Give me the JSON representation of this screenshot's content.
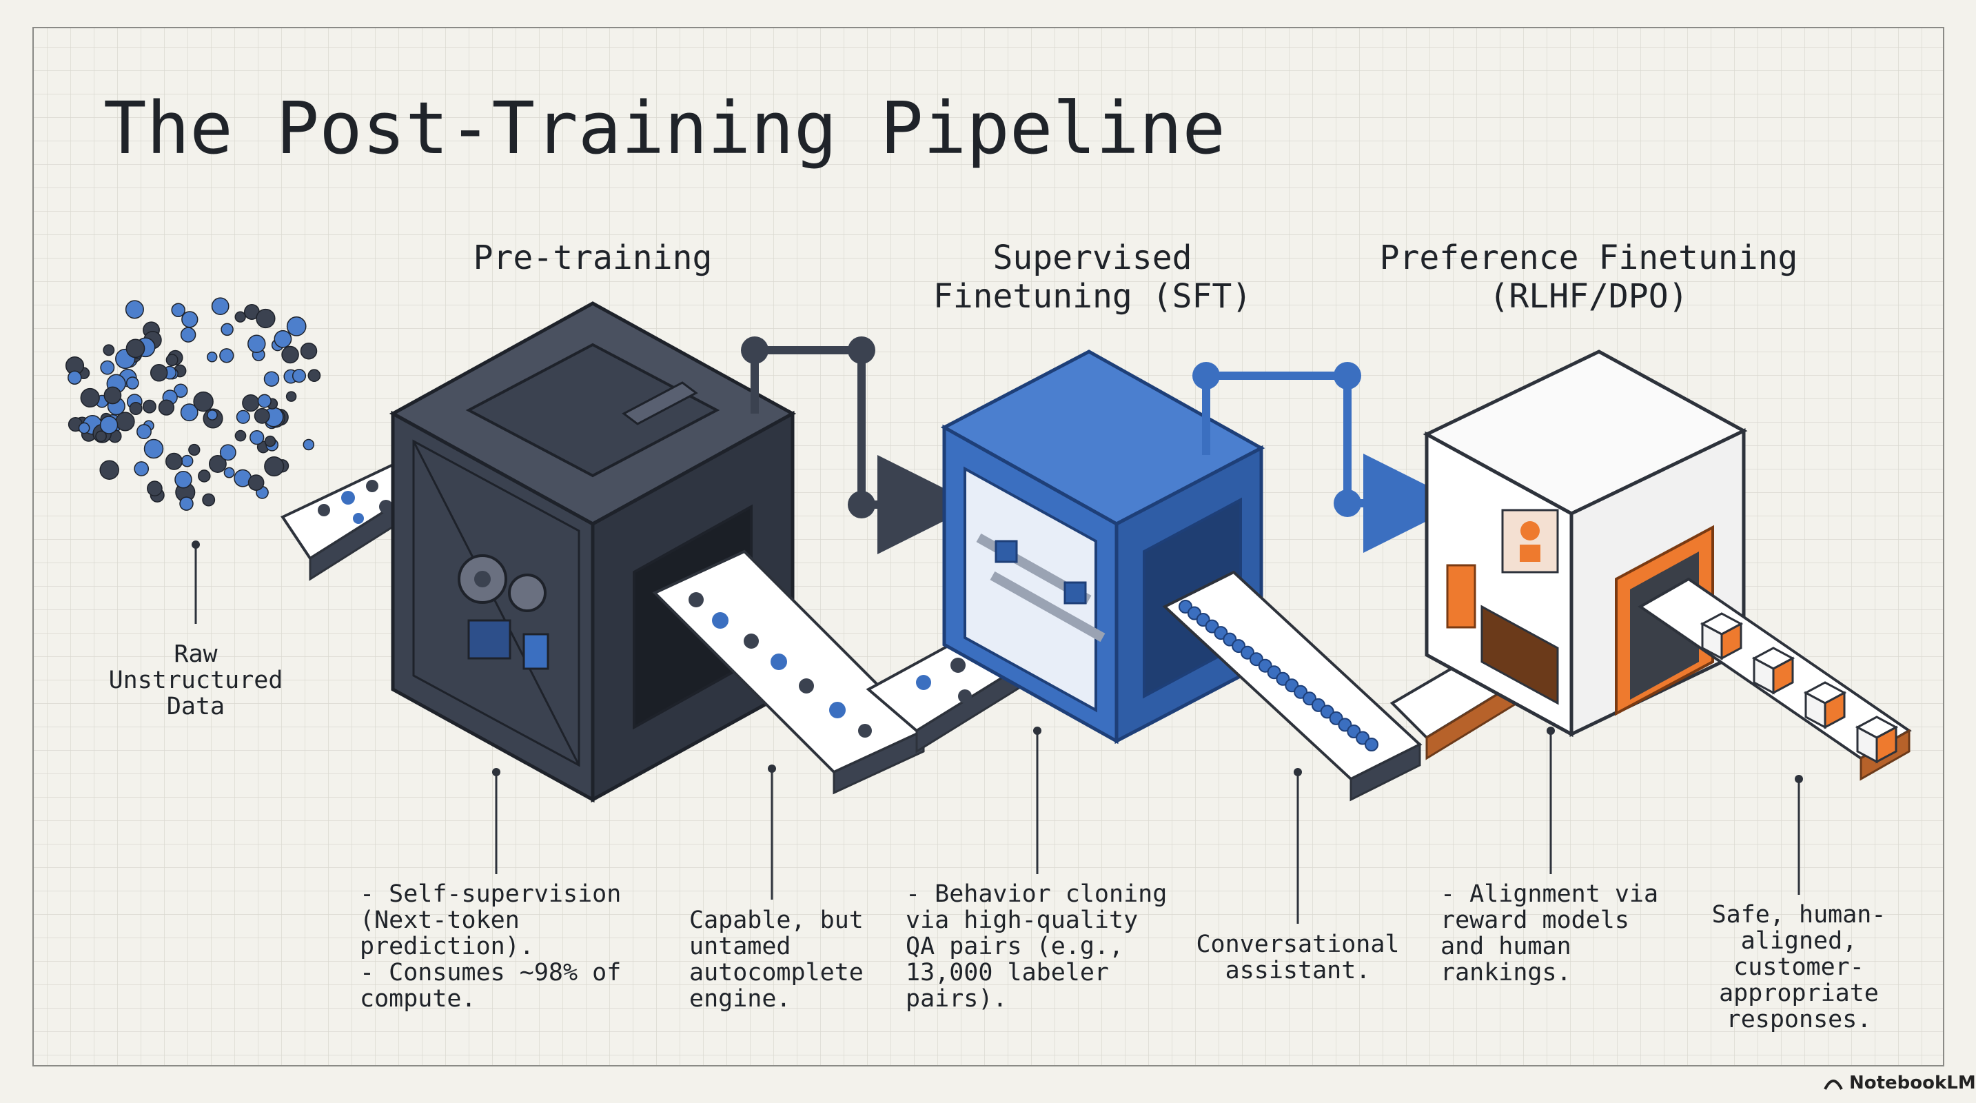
{
  "title": "The Post-Training Pipeline",
  "stages": [
    {
      "label_lines": [
        "Pre-training"
      ]
    },
    {
      "label_lines": [
        "Supervised",
        "Finetuning (SFT)"
      ]
    },
    {
      "label_lines": [
        "Preference Finetuning",
        "(RLHF/DPO)"
      ]
    }
  ],
  "input_label_lines": [
    "Raw",
    "Unstructured",
    "Data"
  ],
  "notes": {
    "pretraining_method": [
      "- Self-supervision",
      "  (Next-token",
      "  prediction).",
      "- Consumes ~98% of",
      "  compute."
    ],
    "pretraining_output": [
      "Capable, but",
      "untamed",
      "autocomplete",
      "engine."
    ],
    "sft_method": [
      "- Behavior cloning",
      "  via high-quality",
      "  QA pairs (e.g.,",
      "  13,000 labeler",
      "  pairs)."
    ],
    "sft_output": [
      "Conversational",
      "assistant."
    ],
    "pref_method": [
      "- Alignment via",
      "  reward models",
      "  and human",
      "  rankings."
    ],
    "pref_output": [
      "Safe, human-",
      "aligned,",
      "customer-",
      "appropriate",
      "responses."
    ]
  },
  "brand": "NotebookLM",
  "colors": {
    "background": "#f3f2ec",
    "grid": "#d9d8d0",
    "pretraining_machine": "#3b4250",
    "sft_machine": "#3b6fc0",
    "pref_accent": "#ee7a2e",
    "ink": "#1f2329"
  }
}
